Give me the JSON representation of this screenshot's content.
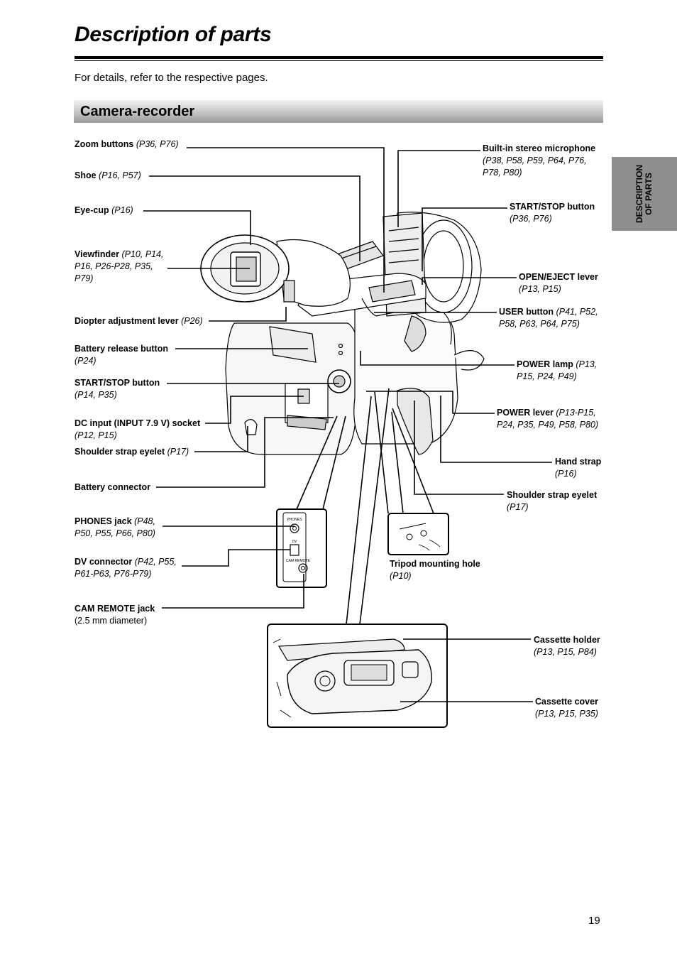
{
  "title": "Description of parts",
  "intro": "For details, refer to the respective pages.",
  "section_title": "Camera-recorder",
  "side_tab": {
    "line1": "DESCRIPTION",
    "line2": "OF PARTS"
  },
  "page_number": "19",
  "left_labels": [
    {
      "id": "zoom",
      "name": "Zoom buttons",
      "ref": "(P36, P76)"
    },
    {
      "id": "shoe",
      "name": "Shoe",
      "ref": "(P16, P57)"
    },
    {
      "id": "eyecup",
      "name": "Eye-cup",
      "ref": "(P16)"
    },
    {
      "id": "viewfinder",
      "name": "Viewfinder",
      "ref1": "(P10, P14,",
      "ref2": "P16, P26-P28, P35,",
      "ref3": "P79)"
    },
    {
      "id": "diopter",
      "name": "Diopter adjustment lever",
      "ref": "(P26)"
    },
    {
      "id": "battery_release",
      "name": "Battery release button",
      "ref": "(P24)"
    },
    {
      "id": "startstop_left",
      "name": "START/STOP button",
      "ref": "(P14, P35)"
    },
    {
      "id": "dc_input",
      "name": "DC input (INPUT 7.9 V) socket",
      "ref": "(P12, P15)"
    },
    {
      "id": "strap_eyelet_left",
      "name": "Shoulder strap eyelet",
      "ref": "(P17)"
    },
    {
      "id": "battery_connector",
      "name": "Battery connector"
    },
    {
      "id": "phones",
      "name": "PHONES jack",
      "ref1": "(P48,",
      "ref2": "P50, P55, P66, P80)"
    },
    {
      "id": "dv",
      "name": "DV connector",
      "ref1": "(P42, P55,",
      "ref2": "P61-P63, P76-P79)"
    },
    {
      "id": "cam_remote",
      "name": "CAM REMOTE jack",
      "ref": "(2.5 mm diameter)"
    }
  ],
  "right_labels": [
    {
      "id": "mic",
      "name": "Built-in stereo microphone",
      "ref1": "(P38, P58, P59, P64, P76,",
      "ref2": "P78, P80)"
    },
    {
      "id": "startstop_right",
      "name": "START/STOP button",
      "ref": "(P36, P76)"
    },
    {
      "id": "open_eject",
      "name": "OPEN/EJECT lever",
      "ref": "(P13, P15)"
    },
    {
      "id": "user",
      "name": "USER button",
      "ref1": "(P41, P52,",
      "ref2": "P58, P63, P64, P75)"
    },
    {
      "id": "power_lamp",
      "name": "POWER lamp",
      "ref1": "(P13,",
      "ref2": "P15, P24, P49)"
    },
    {
      "id": "power_lever",
      "name": "POWER lever",
      "ref1": "(P13-P15,",
      "ref2": "P24, P35, P49, P58, P80)"
    },
    {
      "id": "hand_strap",
      "name": "Hand strap",
      "ref": "(P16)"
    },
    {
      "id": "strap_eyelet_right",
      "name": "Shoulder strap eyelet",
      "ref": "(P17)"
    },
    {
      "id": "tripod",
      "name": "Tripod mounting hole",
      "ref": "(P10)"
    },
    {
      "id": "cassette_holder",
      "name": "Cassette holder",
      "ref": "(P13, P15, P84)"
    },
    {
      "id": "cassette_cover",
      "name": "Cassette cover",
      "ref": "(P13, P15, P35)"
    }
  ],
  "connector_panel": {
    "phones": "PHONES",
    "dv": "DV",
    "cam_remote": "CAM REMOTE"
  }
}
